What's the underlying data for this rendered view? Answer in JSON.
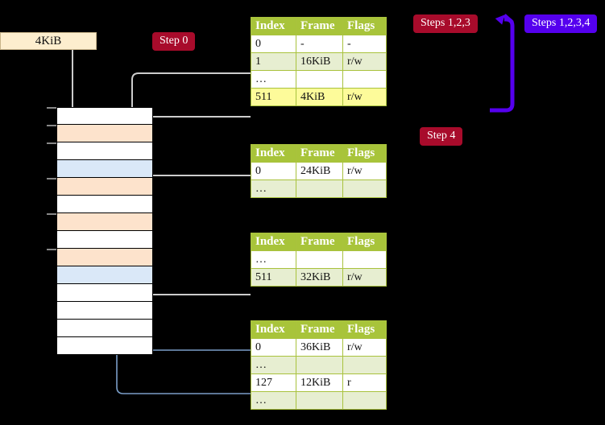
{
  "labels": {
    "size_box": "4KiB",
    "step0": "Step 0",
    "steps123": "Steps 1,2,3",
    "steps1234": "Steps 1,2,3,4",
    "step4": "Step 4"
  },
  "colors": {
    "badge_red": "#a80b2b",
    "badge_blue": "#5500ee",
    "table_header": "#a8c43a",
    "table_alt_row": "#e7eed1",
    "highlight": "#fdfb9a",
    "mem_orange": "#fde3cc",
    "mem_blue": "#dae8f8",
    "size_box": "#fdeece",
    "wire_gray": "#cccccc",
    "wire_blue": "#7a9ec8"
  },
  "tables": [
    {
      "id": "page-table-1",
      "headers": [
        "Index",
        "Frame",
        "Flags"
      ],
      "rows": [
        {
          "index": "0",
          "frame": "-",
          "flags": "-",
          "alt": false,
          "highlight": false
        },
        {
          "index": "1",
          "frame": "16KiB",
          "flags": "r/w",
          "alt": true,
          "highlight": false
        },
        {
          "index": "…",
          "frame": "",
          "flags": "",
          "alt": false,
          "highlight": false
        },
        {
          "index": "511",
          "frame": "4KiB",
          "flags": "r/w",
          "alt": true,
          "highlight": true
        }
      ]
    },
    {
      "id": "page-table-2",
      "headers": [
        "Index",
        "Frame",
        "Flags"
      ],
      "rows": [
        {
          "index": "0",
          "frame": "24KiB",
          "flags": "r/w",
          "alt": false,
          "highlight": false
        },
        {
          "index": "…",
          "frame": "",
          "flags": "",
          "alt": true,
          "highlight": false
        }
      ]
    },
    {
      "id": "page-table-3",
      "headers": [
        "Index",
        "Frame",
        "Flags"
      ],
      "rows": [
        {
          "index": "…",
          "frame": "",
          "flags": "",
          "alt": false,
          "highlight": false
        },
        {
          "index": "511",
          "frame": "32KiB",
          "flags": "r/w",
          "alt": true,
          "highlight": false
        }
      ]
    },
    {
      "id": "page-table-4",
      "headers": [
        "Index",
        "Frame",
        "Flags"
      ],
      "rows": [
        {
          "index": "0",
          "frame": "36KiB",
          "flags": "r/w",
          "alt": false,
          "highlight": false
        },
        {
          "index": "…",
          "frame": "",
          "flags": "",
          "alt": true,
          "highlight": false
        },
        {
          "index": "127",
          "frame": "12KiB",
          "flags": "r",
          "alt": false,
          "highlight": false
        },
        {
          "index": "…",
          "frame": "",
          "flags": "",
          "alt": true,
          "highlight": false
        }
      ]
    }
  ],
  "memory_column": {
    "rows": [
      {
        "fill": "white",
        "tick": true
      },
      {
        "fill": "orange",
        "tick": true
      },
      {
        "fill": "white",
        "tick": true
      },
      {
        "fill": "blue",
        "tick": false
      },
      {
        "fill": "orange",
        "tick": true
      },
      {
        "fill": "white",
        "tick": false
      },
      {
        "fill": "orange",
        "tick": true
      },
      {
        "fill": "white",
        "tick": false
      },
      {
        "fill": "orange",
        "tick": true
      },
      {
        "fill": "blue",
        "tick": false
      },
      {
        "fill": "white",
        "tick": false
      },
      {
        "fill": "white",
        "tick": false
      },
      {
        "fill": "white",
        "tick": false
      },
      {
        "fill": "white",
        "tick": false
      }
    ]
  }
}
